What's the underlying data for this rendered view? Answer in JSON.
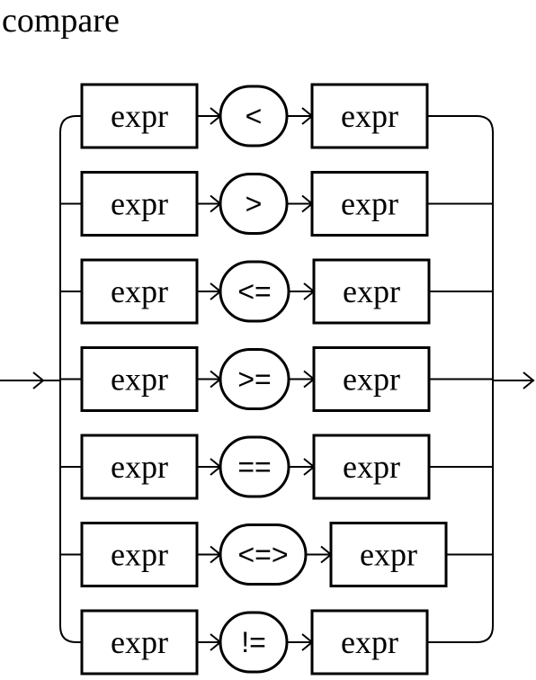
{
  "title": "compare",
  "rows": [
    {
      "left": "expr",
      "op": "<",
      "right": "expr"
    },
    {
      "left": "expr",
      "op": ">",
      "right": "expr"
    },
    {
      "left": "expr",
      "op": "<=",
      "right": "expr"
    },
    {
      "left": "expr",
      "op": ">=",
      "right": "expr"
    },
    {
      "left": "expr",
      "op": "==",
      "right": "expr"
    },
    {
      "left": "expr",
      "op": "<=>",
      "right": "expr"
    },
    {
      "left": "expr",
      "op": "!=",
      "right": "expr"
    }
  ]
}
